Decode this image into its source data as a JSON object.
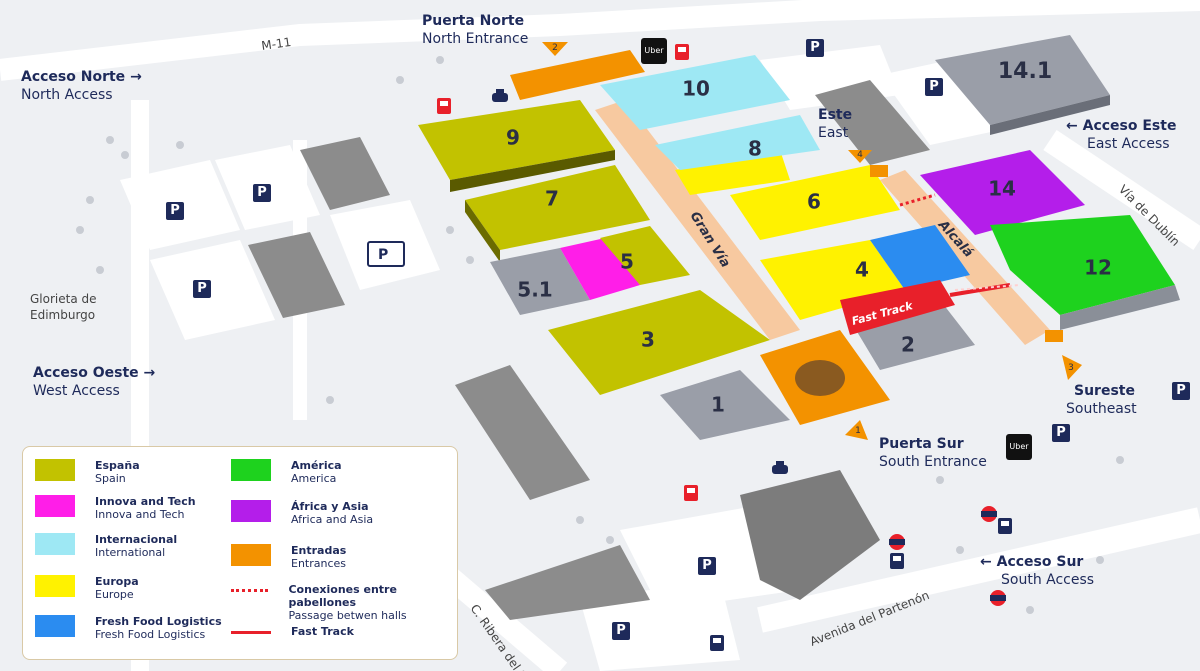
{
  "halls": {
    "h1": "1",
    "h2": "2",
    "h3": "3",
    "h4": "4",
    "h5": "5",
    "h51": "5.1",
    "h6": "6",
    "h7": "7",
    "h8": "8",
    "h9": "9",
    "h10": "10",
    "h12": "12",
    "h14": "14",
    "h141": "14.1"
  },
  "roads": {
    "m11": "M-11",
    "gran_via": "Gran Vía",
    "alcala": "Alcalá",
    "fast_track": "Fast Track",
    "via_dublin": "Vía de Dublín",
    "ribera_sena": "C. Ribera del Sena",
    "partenon": "Avenida del Partenón",
    "glorieta_line1": "Glorieta de",
    "glorieta_line2": "Edimburgo"
  },
  "accesses": {
    "puerta_norte": {
      "title": "Puerta Norte",
      "sub": "North Entrance"
    },
    "acceso_norte": {
      "title": "Acceso Norte",
      "sub": "North Access"
    },
    "este": {
      "title": "Este",
      "sub": "East"
    },
    "acceso_este": {
      "title": "Acceso Este",
      "sub": "East Access"
    },
    "acceso_oeste": {
      "title": "Acceso Oeste",
      "sub": "West Access"
    },
    "sureste": {
      "title": "Sureste",
      "sub": "Southeast"
    },
    "puerta_sur": {
      "title": "Puerta Sur",
      "sub": "South Entrance"
    },
    "acceso_sur": {
      "title": "Acceso Sur",
      "sub": "South Access"
    }
  },
  "entrance_numbers": {
    "n1": "1",
    "n2": "2",
    "n3": "3",
    "n4": "4"
  },
  "icons": {
    "parking": "P",
    "uber": "Uber"
  },
  "arrows": {
    "right": "→",
    "left": "←"
  },
  "legend": {
    "espana": {
      "title": "España",
      "sub": "Spain",
      "color": "#c2c200"
    },
    "innova": {
      "title": "Innova and Tech",
      "sub": "Innova and Tech",
      "color": "#ff1ee8"
    },
    "internacional": {
      "title": "Internacional",
      "sub": "International",
      "color": "#9ee8f4"
    },
    "europa": {
      "title": "Europa",
      "sub": "Europe",
      "color": "#fff200"
    },
    "fresh": {
      "title": "Fresh Food Logistics",
      "sub": "Fresh Food Logistics",
      "color": "#2b8cf0"
    },
    "america": {
      "title": "América",
      "sub": "America",
      "color": "#1ed21e"
    },
    "africa": {
      "title": "África y Asia",
      "sub": "Africa and Asia",
      "color": "#b41eea"
    },
    "entradas": {
      "title": "Entradas",
      "sub": "Entrances",
      "color": "#f39200"
    },
    "conexiones": {
      "title": "Conexiones entre pabellones",
      "sub": "Passage betwen halls"
    },
    "fast": {
      "title": "Fast Track"
    }
  }
}
